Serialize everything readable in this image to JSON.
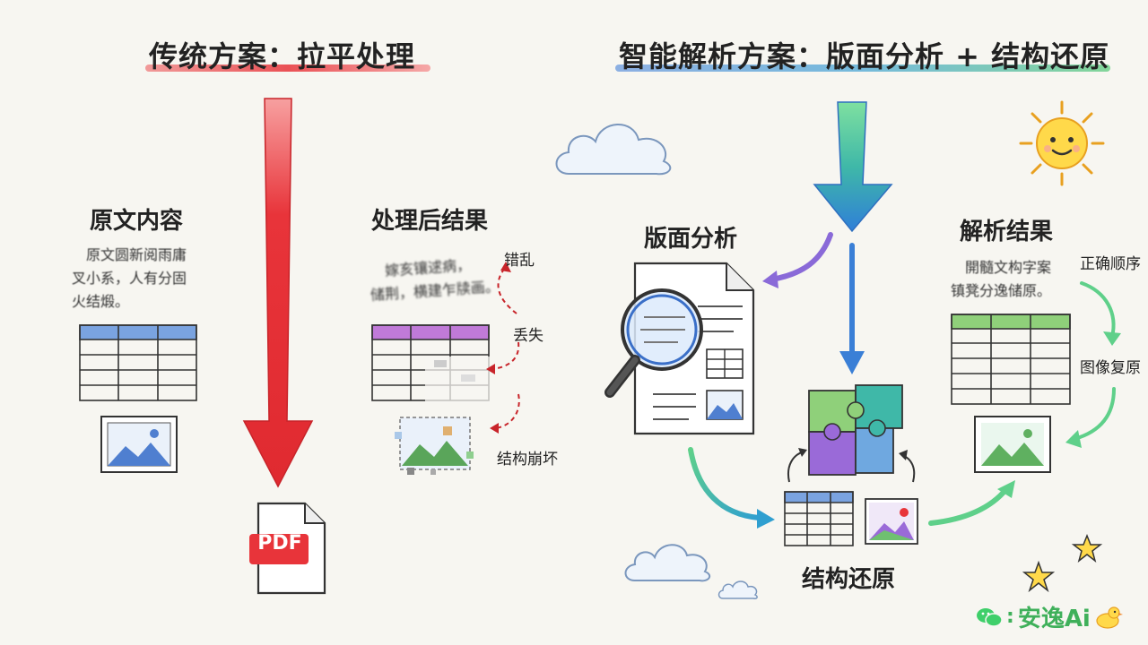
{
  "left": {
    "title": "传统方案：拉平处理",
    "original_label": "原文内容",
    "original_text": [
      "原文圆新阅雨庸",
      "叉小系，人有分固",
      "火结煅。"
    ],
    "processed_label": "处理后结果",
    "processed_text": [
      "嫁亥镶逑病，",
      "储荆，横建乍牍画。"
    ],
    "annotations": [
      "错乱",
      "丢失",
      "结构崩坏"
    ],
    "pdf_label": "PDF"
  },
  "right": {
    "title": "智能解析方案：版面分析 + 结构还原",
    "layout_label": "版面分析",
    "restore_label": "结构还原",
    "result_label": "解析结果",
    "result_text": [
      "開髓文构字案",
      "镇凳分逸储原。"
    ],
    "annotations": [
      "正确顺序",
      "图像复原"
    ]
  },
  "brand": {
    "name": "安逸Ai",
    "separator": ":"
  },
  "colors": {
    "red": "#e8343a",
    "green_blue_start": "#5fd08a",
    "green_blue_end": "#3a7fd6",
    "table_header_blue": "#7aa3e0",
    "table_header_purple": "#c07ad8",
    "table_header_green": "#8fd07a"
  }
}
